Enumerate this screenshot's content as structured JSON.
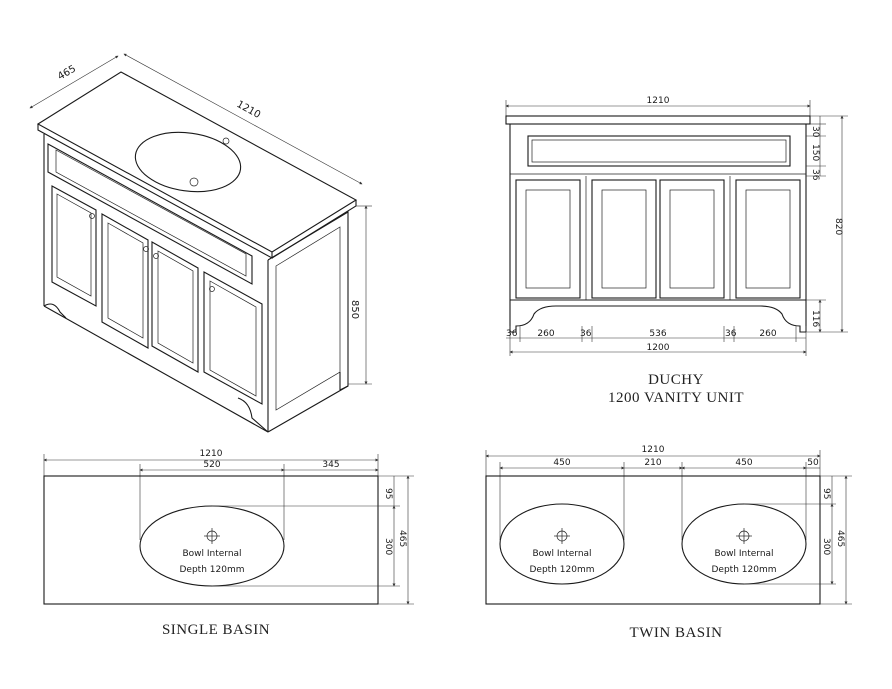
{
  "iso": {
    "depth": "465",
    "width": "1210",
    "height": "850"
  },
  "front": {
    "top_width": "1210",
    "base_width": "1200",
    "overall_height": "820",
    "top_thk": "30",
    "drawer_h": "150",
    "gap_h": "36",
    "plinth_h": "116",
    "base_dims": [
      "36",
      "260",
      "36",
      "536",
      "36",
      "260"
    ]
  },
  "title": {
    "line1": "DUCHY",
    "line2": "1200 VANITY UNIT"
  },
  "single": {
    "caption": "SINGLE BASIN",
    "width": "1210",
    "left": "520",
    "right": "345",
    "offset": "95",
    "bowl_depth": "300",
    "depth": "465",
    "bowl_text1": "Bowl Internal",
    "bowl_text2": "Depth 120mm"
  },
  "twin": {
    "caption": "TWIN BASIN",
    "width": "1210",
    "left": "450",
    "mid": "210",
    "right": "450",
    "edge": "50",
    "offset": "95",
    "bowl_depth": "300",
    "depth": "465",
    "bowl_text1": "Bowl Internal",
    "bowl_text2": "Depth 120mm"
  }
}
